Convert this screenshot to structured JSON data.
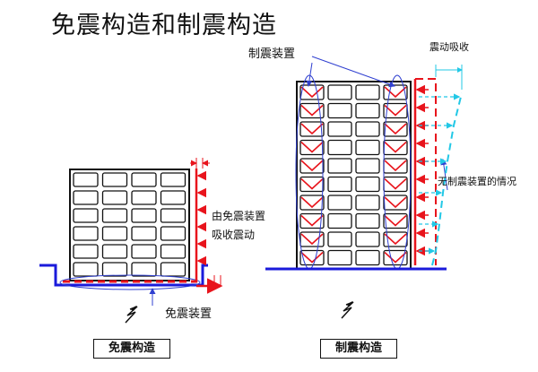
{
  "title": "免震构造和制震构造",
  "isolation": {
    "note_line1": "由免震装置",
    "note_line2": "吸收震动",
    "device_label": "免震装置",
    "caption": "免震构造"
  },
  "damping": {
    "device_label": "制震装置",
    "absorb_label": "震动吸收",
    "without_label": "无制震装置的情况",
    "caption": "制震构造"
  },
  "colors": {
    "frame": "#111111",
    "ground": "#1a1adb",
    "force": "#e8141c",
    "sway": "#22c8e6",
    "ellipse": "#3040d0"
  }
}
